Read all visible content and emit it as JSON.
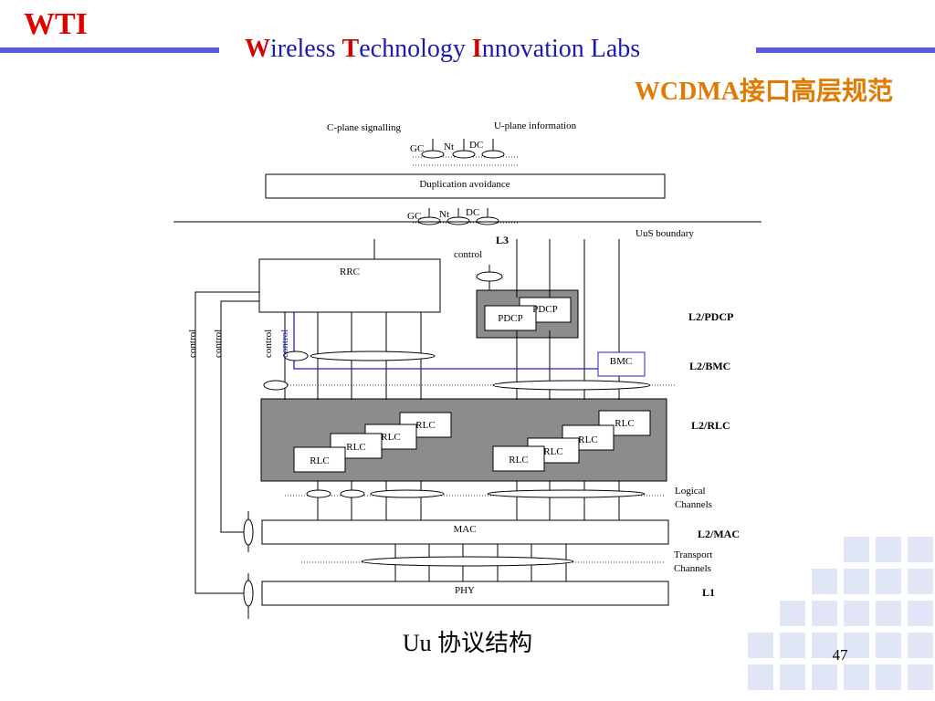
{
  "header": {
    "logo": "WTI",
    "lab_title": {
      "w_cap": "W",
      "w_rest": "ireless ",
      "t_cap": "T",
      "t_rest": "echnology ",
      "i_cap": "I",
      "i_rest": "nnovation Labs"
    },
    "course_title": "WCDMA接口高层规范"
  },
  "diagram": {
    "top": {
      "c_plane": "C-plane signalling",
      "u_plane": "U-plane information",
      "gc": "GC",
      "nt": "Nt",
      "dc": "DC"
    },
    "duplication_avoidance": "Duplication avoidance",
    "uus_boundary": "UuS boundary",
    "l3_label": "L3",
    "control_top": "control",
    "rrc": "RRC",
    "pdcp_back": "PDCP",
    "pdcp_front": "PDCP",
    "bmc": "BMC",
    "rlc": "RLC",
    "mac": "MAC",
    "phy": "PHY",
    "control_labels": [
      "control",
      "control",
      "control",
      "control"
    ],
    "layer_labels": {
      "pdcp": "L2/PDCP",
      "bmc": "L2/BMC",
      "rlc": "L2/RLC",
      "mac": "L2/MAC",
      "l1": "L1"
    },
    "logical_channels": [
      "Logical",
      "Channels"
    ],
    "transport_channels": [
      "Transport",
      "Channels"
    ]
  },
  "caption": "Uu 协议结构",
  "page_number": "47",
  "colors": {
    "logo": "#e00000",
    "header_bar": "#5b5bd6",
    "lab_title": "#1a1ab0",
    "course_title": "#e07a00",
    "bmc_line": "#2020c0",
    "grey_block": "#8c8c8c"
  }
}
